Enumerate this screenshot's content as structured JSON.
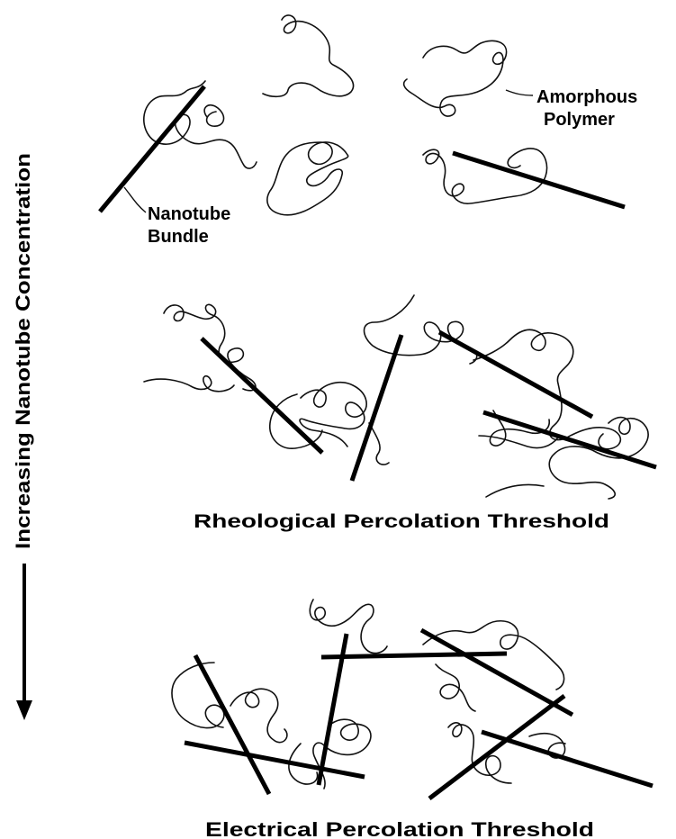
{
  "axis": {
    "label": "Increasing Nanotube Concentration"
  },
  "panels": [
    {
      "id": "dilute",
      "callouts": {
        "polymer": [
          "Amorphous",
          "Polymer"
        ],
        "nanotube": [
          "Nanotube",
          "Bundle"
        ]
      }
    },
    {
      "id": "rheological",
      "caption": "Rheological Percolation Threshold"
    },
    {
      "id": "electrical",
      "caption": "Electrical Percolation Threshold"
    }
  ],
  "colors": {
    "ink": "#000000",
    "background": "#ffffff"
  }
}
